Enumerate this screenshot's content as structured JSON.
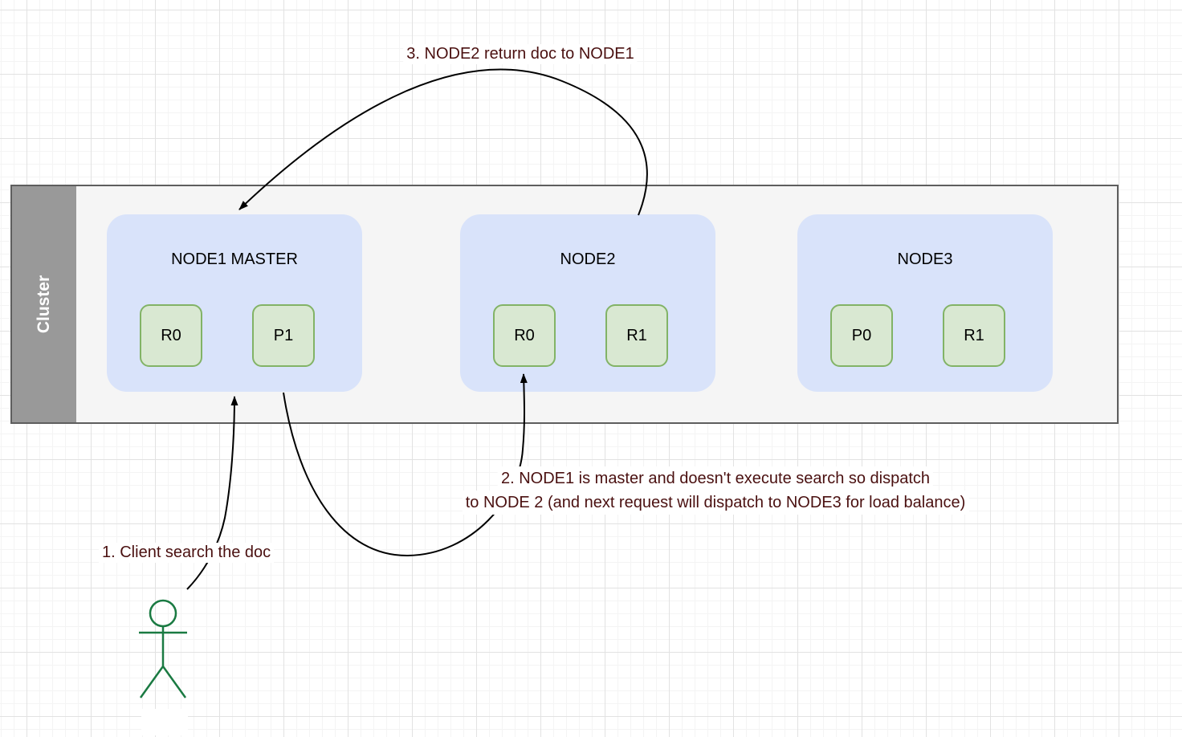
{
  "cluster": {
    "label": "Cluster"
  },
  "nodes": [
    {
      "name": "NODE1 MASTER",
      "shards": [
        {
          "label": "R0"
        },
        {
          "label": "P1"
        }
      ]
    },
    {
      "name": "NODE2",
      "shards": [
        {
          "label": "R0"
        },
        {
          "label": "R1"
        }
      ]
    },
    {
      "name": "NODE3",
      "shards": [
        {
          "label": "P0"
        },
        {
          "label": "R1"
        }
      ]
    }
  ],
  "annotations": {
    "step1": "1. Client search the doc",
    "step2_line1": "2. NODE1 is master and doesn't execute search so dispatch",
    "step2_line2": "to NODE 2 (and next request will dispatch to NODE3 for load balance)",
    "step3": "3. NODE2 return doc to NODE1"
  },
  "actor": {
    "role": "client"
  },
  "colors": {
    "annotation_text": "#4a1010",
    "node_fill": "#d9e3fa",
    "shard_fill": "#d9e8d2",
    "shard_border": "#82b366",
    "cluster_fill": "#f5f5f5",
    "cluster_border": "#5e5e5e",
    "cluster_bar": "#999999",
    "actor_green": "#1a7a42",
    "arrow": "#000000"
  }
}
